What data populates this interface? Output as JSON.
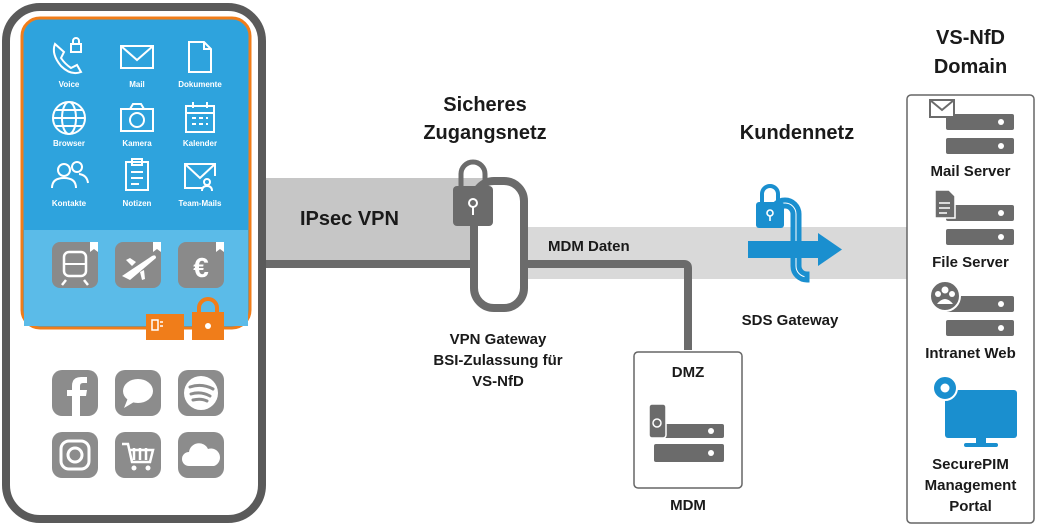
{
  "phone": {
    "apps": [
      {
        "label": "Voice",
        "icon": "phone-lock-icon"
      },
      {
        "label": "Mail",
        "icon": "mail-icon"
      },
      {
        "label": "Dokumente",
        "icon": "document-icon"
      },
      {
        "label": "Browser",
        "icon": "globe-icon"
      },
      {
        "label": "Kamera",
        "icon": "camera-icon"
      },
      {
        "label": "Kalender",
        "icon": "calendar-icon"
      },
      {
        "label": "Kontakte",
        "icon": "contacts-icon"
      },
      {
        "label": "Notizen",
        "icon": "notes-icon"
      },
      {
        "label": "Team-Mails",
        "icon": "team-mail-icon"
      }
    ],
    "secure_tiles": [
      "train-icon",
      "plane-icon",
      "euro-icon"
    ],
    "private_apps": [
      "facebook-icon",
      "chat-icon",
      "spotify-icon",
      "instagram-icon",
      "cart-icon",
      "cloud-icon"
    ],
    "colors": {
      "secure_area": "#2ea3dd",
      "frame": "#555555",
      "accent_orange": "#f07d1a"
    }
  },
  "vpn": {
    "label": "IPsec VPN"
  },
  "access_net": {
    "line1": "Sicheres",
    "line2": "Zugangsnetz"
  },
  "customer_net": {
    "label": "Kundennetz"
  },
  "mdm_data": {
    "label": "MDM Daten"
  },
  "vpn_gateway": {
    "line1": "VPN Gateway",
    "line2": "BSI-Zulassung für",
    "line3": "VS-NfD"
  },
  "sds_gateway": {
    "label": "SDS Gateway"
  },
  "dmz": {
    "label": "DMZ",
    "mdm_label": "MDM"
  },
  "domain": {
    "title1": "VS-NfD",
    "title2": "Domain",
    "servers": [
      {
        "label": "Mail Server",
        "icon": "mail-icon"
      },
      {
        "label": "File Server",
        "icon": "file-icon"
      },
      {
        "label": "Intranet Web",
        "icon": "people-icon"
      }
    ],
    "portal": {
      "line1": "SecurePIM",
      "line2": "Management",
      "line3": "Portal"
    }
  }
}
